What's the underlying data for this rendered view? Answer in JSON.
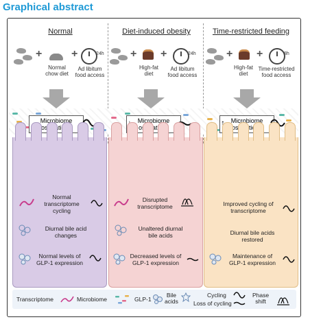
{
  "title": "Graphical abstract",
  "columns": [
    {
      "heading": "Normal",
      "item1": "Normal\nchow diet",
      "item2": "Ad libitum\nfood access",
      "clock": "24h",
      "microbiome": "Microbiome\noscillations",
      "cell1": "Normal\ntranscriptome\ncycling",
      "cell2": "Diurnal bile acid\nchanges",
      "cell3": "Normal levels of\nGLP-1 expression",
      "color": "#d9cbe6"
    },
    {
      "heading": "Diet-induced obesity",
      "item1": "High-fat\ndiet",
      "item2": "Ad libitum\nfood access",
      "clock": "24h",
      "microbiome": "Microbiome\noscillations",
      "cell1": "Disrupted\ntranscriptome",
      "cell2": "Unaltered diurnal\nbile acids",
      "cell3": "Decreased levels of\nGLP-1 expression",
      "color": "#f5d3d3"
    },
    {
      "heading": "Time-restricted feeding",
      "item1": "High-fat\ndiet",
      "item2": "Time-restricted\nfood access",
      "clock": "8h",
      "microbiome": "Microbiome\noscillations",
      "cell1": "Improved cycling of\ntranscriptome",
      "cell2": "Diurnal bile acids\nrestored",
      "cell3": "Maintenance of\nGLP-1 expression",
      "color": "#fae3c4"
    }
  ],
  "legend": {
    "transcriptome": "Transcriptome",
    "microbiome": "Microbiome",
    "glp1": "GLP-1",
    "bile": "Bile\nacids",
    "cycling": "Cycling",
    "loss": "Loss of cycling",
    "phase": "Phase\nshift"
  }
}
